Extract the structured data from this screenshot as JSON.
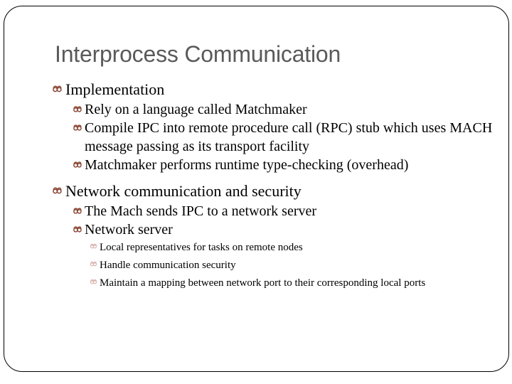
{
  "slide": {
    "title": "Interprocess Communication",
    "title_color": "#5a5a5a",
    "background_color": "#ffffff",
    "border_color": "#000000",
    "body_text_color": "#000000",
    "bullet_color_level1": "#8c4a38",
    "bullet_color_level2": "#8c4a38",
    "bullet_color_level3": "#d8b3ac",
    "bullet_icon": "wingdings-curl-bullet",
    "outline": [
      {
        "level": 1,
        "text": "Implementation"
      },
      {
        "level": 2,
        "text": "Rely on a language called Matchmaker"
      },
      {
        "level": 2,
        "text": "Compile IPC into remote procedure call (RPC) stub which uses MACH message passing as its transport facility"
      },
      {
        "level": 2,
        "text": "Matchmaker performs runtime type-checking (overhead)"
      },
      {
        "level": 1,
        "text": "Network communication and security",
        "spaced": true
      },
      {
        "level": 2,
        "text": "The Mach sends IPC to a network server"
      },
      {
        "level": 2,
        "text": "Network server"
      },
      {
        "level": 3,
        "text": "Local representatives for tasks on remote nodes"
      },
      {
        "level": 3,
        "text": "Handle communication security"
      },
      {
        "level": 3,
        "text": "Maintain a mapping between network port to their corresponding local ports"
      }
    ]
  }
}
